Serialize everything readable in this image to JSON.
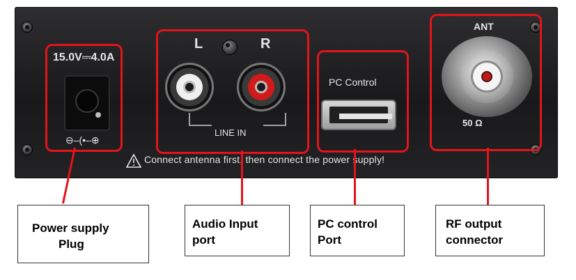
{
  "panel": {
    "power_rating": "15.0V⎓4.0A",
    "polarity_symbol": "⊖–(•–⊕",
    "audio_left": "L",
    "audio_right": "R",
    "line_in": "LINE IN",
    "pc_control": "PC  Control",
    "ant": "ANT",
    "impedance": "50 Ω",
    "warning": "Connect antenna first, then connect the power supply!"
  },
  "labels": {
    "power_line1": "Power supply",
    "power_line2": "Plug",
    "audio_line1": "Audio Input",
    "audio_line2": "port",
    "pc_line1": "PC control",
    "pc_line2": "Port",
    "rf_line1": "RF output",
    "rf_line2": "connector"
  },
  "colors": {
    "callout_red": "#e3141b",
    "panel_black": "#1e1e20",
    "rca_left": "#f0f0f0",
    "rca_right": "#d11a1a"
  }
}
